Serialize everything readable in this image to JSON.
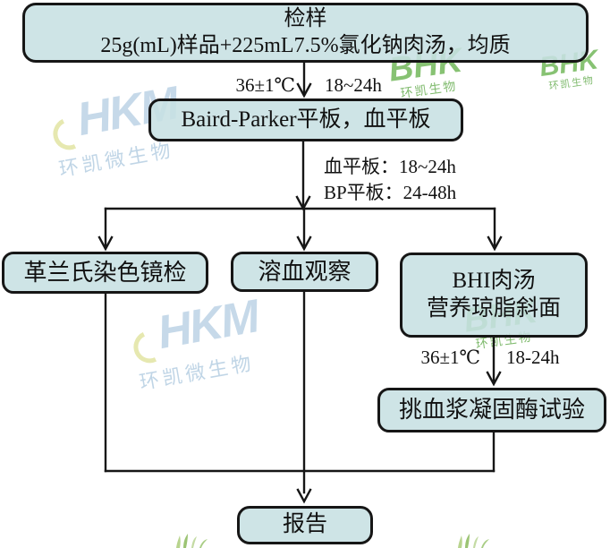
{
  "flowchart": {
    "nodes": {
      "sample": {
        "line1": "检样",
        "line2": "25g(mL)样品+225mL7.5%氯化钠肉汤，均质"
      },
      "bp_plate": {
        "label": "Baird-Parker平板，血平板"
      },
      "gram_stain": {
        "label": "革兰氏染色镜检"
      },
      "hemolysis": {
        "label": "溶血观察"
      },
      "bhi": {
        "line1": "BHI肉汤",
        "line2": "营养琼脂斜面"
      },
      "coagulase": {
        "label": "挑血浆凝固酶试验"
      },
      "report": {
        "label": "报告"
      }
    },
    "edge_labels": {
      "incubation1_temp": "36±1℃",
      "incubation1_time": "18~24h",
      "blood_plate_time": "血平板：18~24h",
      "bp_plate_time": "BP平板：24-48h",
      "incubation2_temp": "36±1℃",
      "incubation2_time": "18-24h"
    }
  },
  "watermarks": {
    "hkm_text": "HKM",
    "hkm_sub": "环凯微生物",
    "bhk_text": "BHK",
    "bhk_sub": "环凯生物"
  },
  "colors": {
    "node_fill": "#c7e0e2",
    "node_border": "#161616",
    "connector": "#161616",
    "watermark_blue": "#a9c6de",
    "watermark_green": "#5fae45"
  }
}
